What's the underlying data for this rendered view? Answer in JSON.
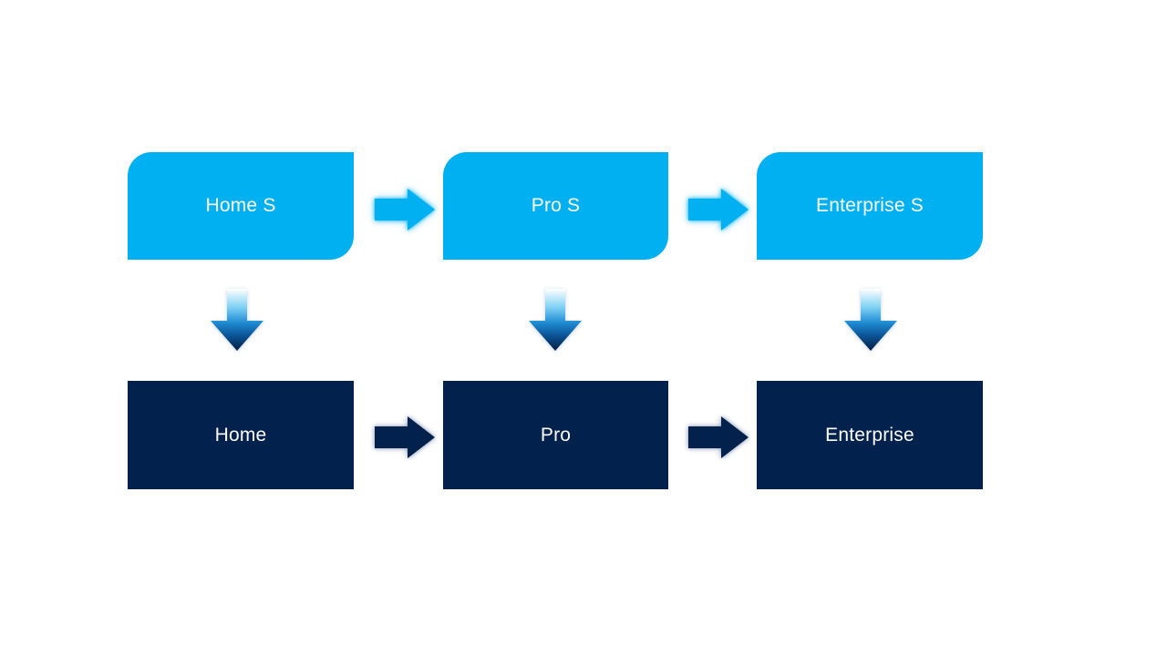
{
  "diagram": {
    "top_row": [
      {
        "label": "Home S"
      },
      {
        "label": "Pro S"
      },
      {
        "label": "Enterprise S"
      }
    ],
    "bottom_row": [
      {
        "label": "Home"
      },
      {
        "label": "Pro"
      },
      {
        "label": "Enterprise"
      }
    ]
  },
  "colors": {
    "box_light_blue": "#00B0F0",
    "box_dark_navy": "#02214D",
    "label_text": "#FFFFFF",
    "down_arrow_gradient": [
      "#FFFFFF",
      "#7ED1F4",
      "#1E8BD2",
      "#0B5596",
      "#041E44"
    ]
  }
}
